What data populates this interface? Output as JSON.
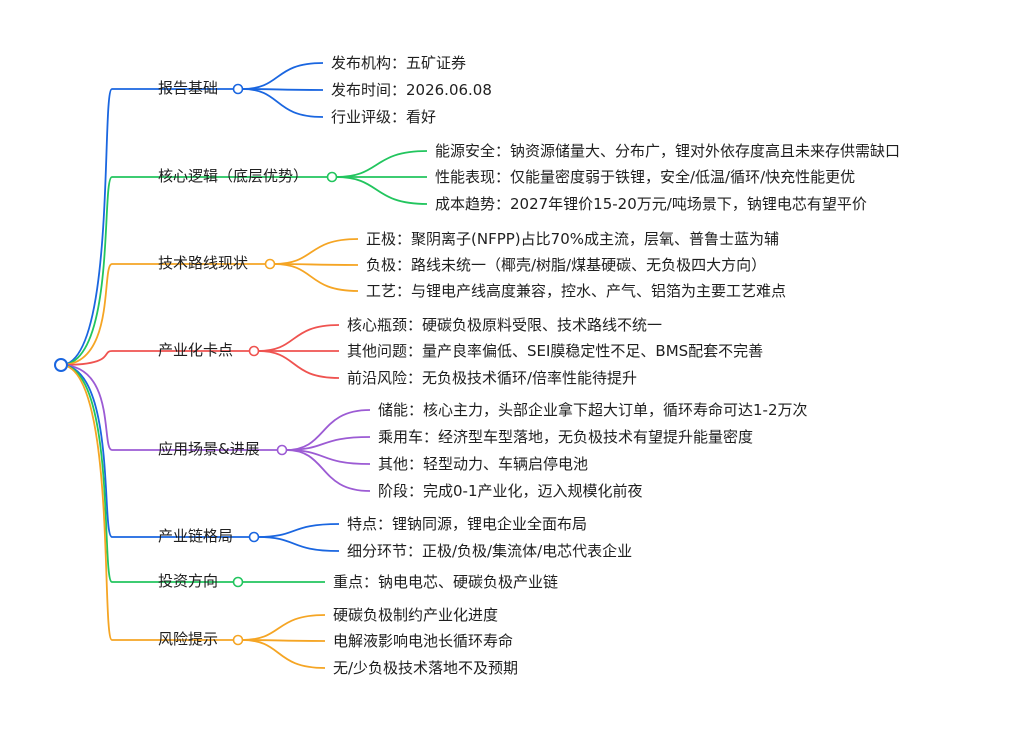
{
  "colors": {
    "blue": "#1a66e0",
    "green": "#22c55e",
    "orange": "#f5a524",
    "red": "#ef5350",
    "purple": "#9c5bd4"
  },
  "branches": [
    {
      "label": "报告基础",
      "color": "blue",
      "children": [
        "发布机构：五矿证券",
        "发布时间：2026.06.08",
        "行业评级：看好"
      ]
    },
    {
      "label": "核心逻辑（底层优势）",
      "color": "green",
      "children": [
        "能源安全：钠资源储量大、分布广，锂对外依存度高且未来存供需缺口",
        "性能表现：仅能量密度弱于铁锂，安全/低温/循环/快充性能更优",
        "成本趋势：2027年锂价15-20万元/吨场景下，钠锂电芯有望平价"
      ]
    },
    {
      "label": "技术路线现状",
      "color": "orange",
      "children": [
        "正极：聚阴离子(NFPP)占比70%成主流，层氧、普鲁士蓝为辅",
        "负极：路线未统一（椰壳/树脂/煤基硬碳、无负极四大方向）",
        "工艺：与锂电产线高度兼容，控水、产气、铝箔为主要工艺难点"
      ]
    },
    {
      "label": "产业化卡点",
      "color": "red",
      "children": [
        "核心瓶颈：硬碳负极原料受限、技术路线不统一",
        "其他问题：量产良率偏低、SEI膜稳定性不足、BMS配套不完善",
        "前沿风险：无负极技术循环/倍率性能待提升"
      ]
    },
    {
      "label": "应用场景&进展",
      "color": "purple",
      "children": [
        "储能：核心主力，头部企业拿下超大订单，循环寿命可达1-2万次",
        "乘用车：经济型车型落地，无负极技术有望提升能量密度",
        "其他：轻型动力、车辆启停电池",
        "阶段：完成0-1产业化，迈入规模化前夜"
      ]
    },
    {
      "label": "产业链格局",
      "color": "blue",
      "children": [
        "特点：锂钠同源，锂电企业全面布局",
        "细分环节：正极/负极/集流体/电芯代表企业"
      ]
    },
    {
      "label": "投资方向",
      "color": "green",
      "children": [
        "重点：钠电电芯、硬碳负极产业链"
      ]
    },
    {
      "label": "风险提示",
      "color": "orange",
      "children": [
        "硬碳负极制约产业化进度",
        "电解液影响电池长循环寿命",
        "无/少负极技术落地不及预期"
      ]
    }
  ]
}
